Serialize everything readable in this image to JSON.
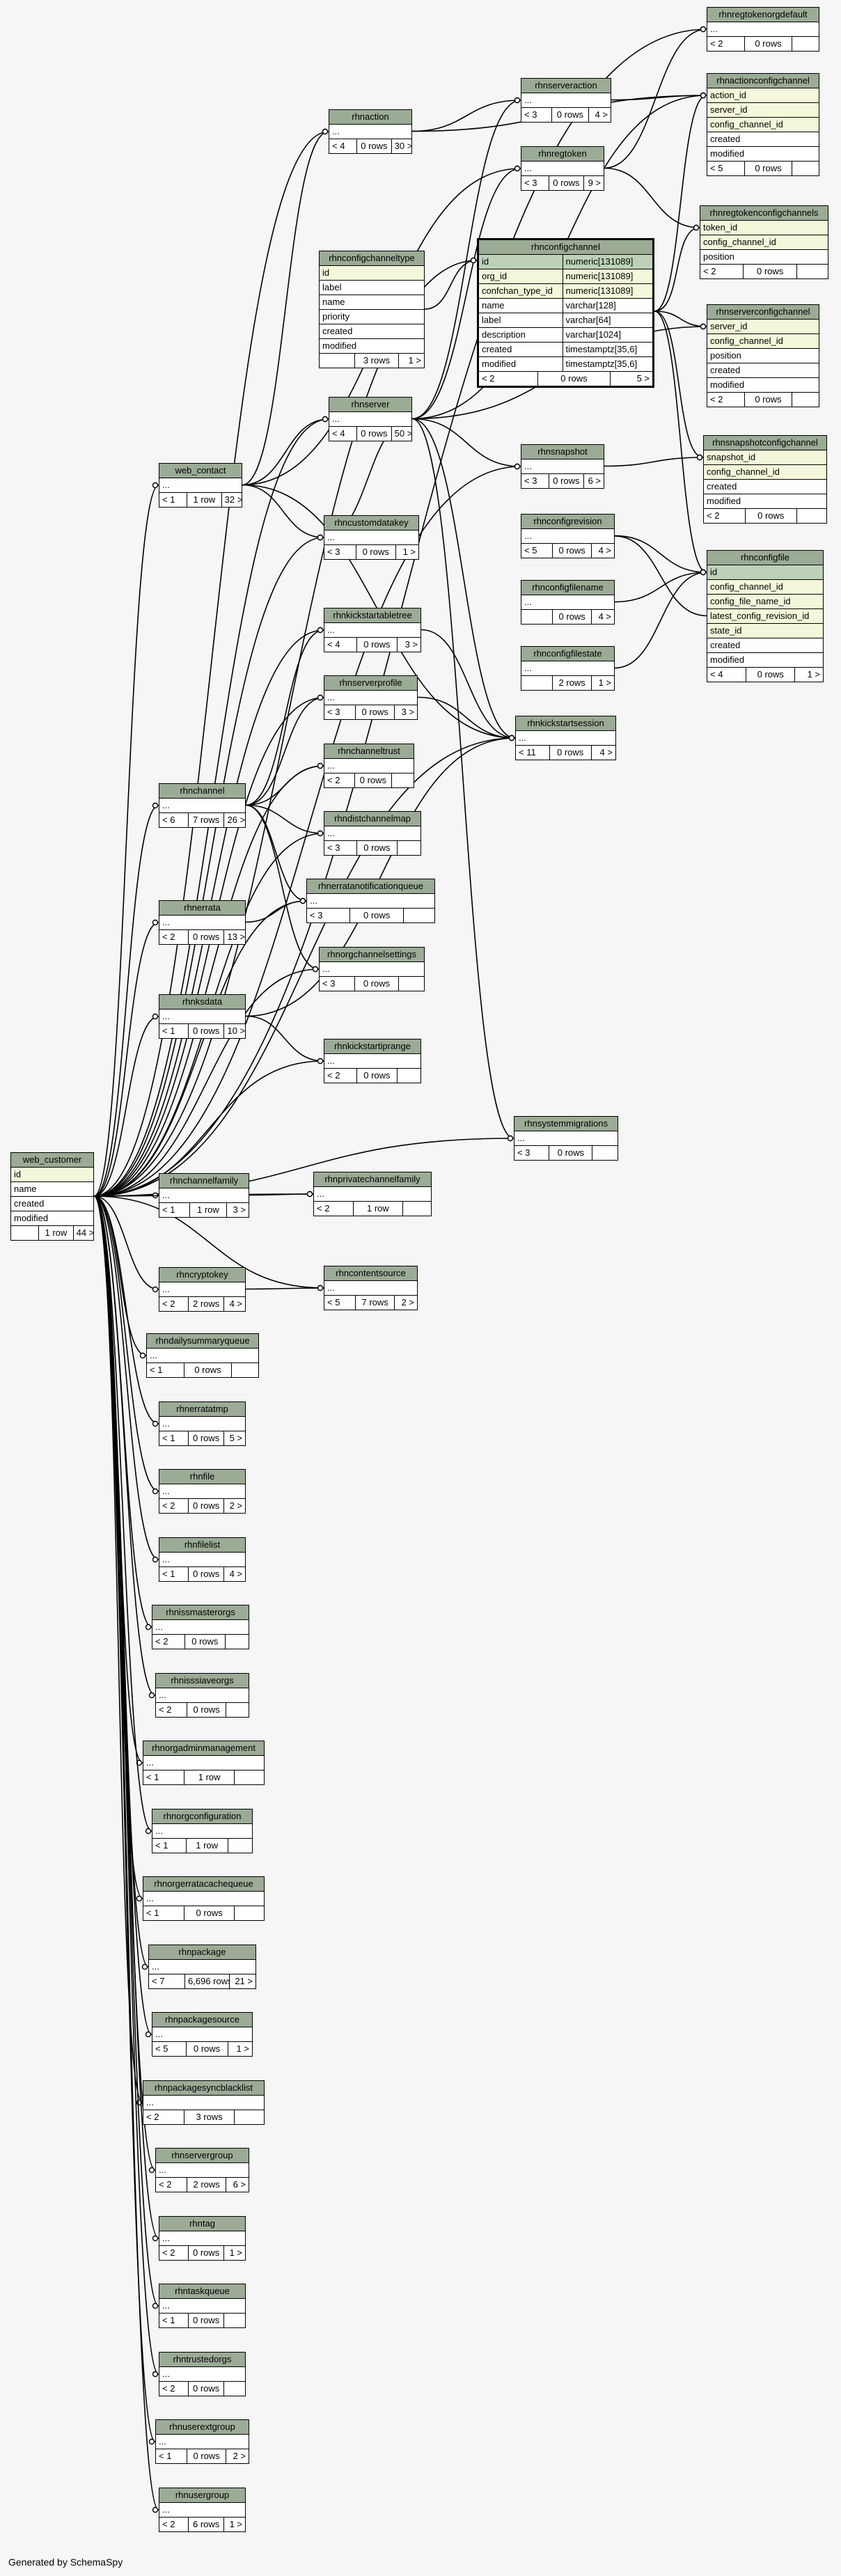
{
  "footer": "Generated by SchemaSpy",
  "tables": [
    {
      "id": "rhnregtokenorgdefault",
      "name": "rhnregtokenorgdefault",
      "rows": [
        "..."
      ],
      "foot": [
        "< 2",
        "0 rows",
        ""
      ]
    },
    {
      "id": "rhnactionconfigchannel",
      "name": "rhnactionconfigchannel",
      "rows": [
        "action_id",
        "server_id",
        "config_channel_id",
        "created",
        "modified"
      ],
      "keys": [
        0,
        1,
        2
      ],
      "foot": [
        "< 5",
        "0 rows",
        ""
      ]
    },
    {
      "id": "rhnserveraction",
      "name": "rhnserveraction",
      "rows": [
        "..."
      ],
      "foot": [
        "< 3",
        "0 rows",
        "4 >"
      ]
    },
    {
      "id": "rhnaction",
      "name": "rhnaction",
      "rows": [
        "..."
      ],
      "foot": [
        "< 4",
        "0 rows",
        "30 >"
      ]
    },
    {
      "id": "rhnregtoken",
      "name": "rhnregtoken",
      "rows": [
        "..."
      ],
      "foot": [
        "< 3",
        "0 rows",
        "9 >"
      ]
    },
    {
      "id": "rhnregtokenconfigchannels",
      "name": "rhnregtokenconfigchannels",
      "rows": [
        "token_id",
        "config_channel_id",
        "position"
      ],
      "keys": [
        0,
        1
      ],
      "foot": [
        "< 2",
        "0 rows",
        ""
      ]
    },
    {
      "id": "rhnconfigchanneltype",
      "name": "rhnconfigchanneltype",
      "rows": [
        "id",
        "label",
        "name",
        "priority",
        "created",
        "modified"
      ],
      "keys": [
        0
      ],
      "foot": [
        "",
        "3 rows",
        "1 >"
      ]
    },
    {
      "id": "rhnconfigchannel",
      "name": "rhnconfigchannel",
      "focus": true,
      "cols": [
        [
          "id",
          "numeric[131089]"
        ],
        [
          "org_id",
          "numeric[131089]"
        ],
        [
          "confchan_type_id",
          "numeric[131089]"
        ],
        [
          "name",
          "varchar[128]"
        ],
        [
          "label",
          "varchar[64]"
        ],
        [
          "description",
          "varchar[1024]"
        ],
        [
          "created",
          "timestamptz[35,6]"
        ],
        [
          "modified",
          "timestamptz[35,6]"
        ]
      ],
      "pkRows": [
        0
      ],
      "keyRows": [
        1,
        2
      ],
      "foot": [
        "< 2",
        "0 rows",
        "5 >"
      ]
    },
    {
      "id": "rhnserverconfigchannel",
      "name": "rhnserverconfigchannel",
      "rows": [
        "server_id",
        "config_channel_id",
        "position",
        "created",
        "modified"
      ],
      "keys": [
        0,
        1
      ],
      "foot": [
        "< 2",
        "0 rows",
        ""
      ]
    },
    {
      "id": "rhnserver",
      "name": "rhnserver",
      "rows": [
        "..."
      ],
      "foot": [
        "< 4",
        "0 rows",
        "50 >"
      ]
    },
    {
      "id": "web_contact",
      "name": "web_contact",
      "rows": [
        "..."
      ],
      "foot": [
        "< 1",
        "1 row",
        "32 >"
      ]
    },
    {
      "id": "rhnsnapshot",
      "name": "rhnsnapshot",
      "rows": [
        "..."
      ],
      "foot": [
        "< 3",
        "0 rows",
        "6 >"
      ]
    },
    {
      "id": "rhnsnapshotconfigchannel",
      "name": "rhnsnapshotconfigchannel",
      "rows": [
        "snapshot_id",
        "config_channel_id",
        "created",
        "modified"
      ],
      "keys": [
        0,
        1
      ],
      "foot": [
        "< 2",
        "0 rows",
        ""
      ]
    },
    {
      "id": "rhncustomdatakey",
      "name": "rhncustomdatakey",
      "rows": [
        "..."
      ],
      "foot": [
        "< 3",
        "0 rows",
        "1 >"
      ]
    },
    {
      "id": "rhnconfigrevision",
      "name": "rhnconfigrevision",
      "rows": [
        "..."
      ],
      "foot": [
        "< 5",
        "0 rows",
        "4 >"
      ]
    },
    {
      "id": "rhnconfigfile",
      "name": "rhnconfigfile",
      "rows": [
        "id",
        "config_channel_id",
        "config_file_name_id",
        "latest_config_revision_id",
        "state_id",
        "created",
        "modified"
      ],
      "keys": [
        0,
        1,
        2,
        3,
        4
      ],
      "pk": [
        0
      ],
      "foot": [
        "< 4",
        "0 rows",
        "1 >"
      ]
    },
    {
      "id": "rhnconfigfilename",
      "name": "rhnconfigfilename",
      "rows": [
        "..."
      ],
      "foot": [
        "",
        "0 rows",
        "4 >"
      ]
    },
    {
      "id": "rhnkickstartabletree",
      "name": "rhnkickstartabletree",
      "rows": [
        "..."
      ],
      "foot": [
        "< 4",
        "0 rows",
        "3 >"
      ]
    },
    {
      "id": "rhnconfigfilestate",
      "name": "rhnconfigfilestate",
      "rows": [
        "..."
      ],
      "foot": [
        "",
        "2 rows",
        "1 >"
      ]
    },
    {
      "id": "rhnserverprofile",
      "name": "rhnserverprofile",
      "rows": [
        "..."
      ],
      "foot": [
        "< 3",
        "0 rows",
        "3 >"
      ]
    },
    {
      "id": "rhnkickstartsession",
      "name": "rhnkickstartsession",
      "rows": [
        "..."
      ],
      "foot": [
        "< 11",
        "0 rows",
        "4 >"
      ]
    },
    {
      "id": "rhnchanneltrust",
      "name": "rhnchanneltrust",
      "rows": [
        "..."
      ],
      "foot": [
        "< 2",
        "0 rows",
        ""
      ]
    },
    {
      "id": "rhnchannel",
      "name": "rhnchannel",
      "rows": [
        "..."
      ],
      "foot": [
        "< 6",
        "7 rows",
        "26 >"
      ]
    },
    {
      "id": "rhndistchannelmap",
      "name": "rhndistchannelmap",
      "rows": [
        "..."
      ],
      "foot": [
        "< 3",
        "0 rows",
        ""
      ]
    },
    {
      "id": "rhnerratanotificationqueue",
      "name": "rhnerratanotificationqueue",
      "rows": [
        "..."
      ],
      "foot": [
        "< 3",
        "0 rows",
        ""
      ]
    },
    {
      "id": "rhnerrata",
      "name": "rhnerrata",
      "rows": [
        "..."
      ],
      "foot": [
        "< 2",
        "0 rows",
        "13 >"
      ]
    },
    {
      "id": "rhnorgchannelsettings",
      "name": "rhnorgchannelsettings",
      "rows": [
        "..."
      ],
      "foot": [
        "< 3",
        "0 rows",
        ""
      ]
    },
    {
      "id": "rhnksdata",
      "name": "rhnksdata",
      "rows": [
        "..."
      ],
      "foot": [
        "< 1",
        "0 rows",
        "10 >"
      ]
    },
    {
      "id": "rhnkickstartiprange",
      "name": "rhnkickstartiprange",
      "rows": [
        "..."
      ],
      "foot": [
        "< 2",
        "0 rows",
        ""
      ]
    },
    {
      "id": "rhnsystemmigrations",
      "name": "rhnsystemmigrations",
      "rows": [
        "..."
      ],
      "foot": [
        "< 3",
        "0 rows",
        ""
      ]
    },
    {
      "id": "web_customer",
      "name": "web_customer",
      "rows": [
        "id",
        "name",
        "created",
        "modified"
      ],
      "keys": [
        0
      ],
      "foot": [
        "",
        "1 row",
        "44 >"
      ]
    },
    {
      "id": "rhnchannelfamily",
      "name": "rhnchannelfamily",
      "rows": [
        "..."
      ],
      "foot": [
        "< 1",
        "1 row",
        "3 >"
      ]
    },
    {
      "id": "rhnprivatechannelfamily",
      "name": "rhnprivatechannelfamily",
      "rows": [
        "..."
      ],
      "foot": [
        "< 2",
        "1 row",
        ""
      ]
    },
    {
      "id": "rhncryptokey",
      "name": "rhncryptokey",
      "rows": [
        "..."
      ],
      "foot": [
        "< 2",
        "2 rows",
        "4 >"
      ]
    },
    {
      "id": "rhncontentsource",
      "name": "rhncontentsource",
      "rows": [
        "..."
      ],
      "foot": [
        "< 5",
        "7 rows",
        "2 >"
      ]
    },
    {
      "id": "rhndailysummaryqueue",
      "name": "rhndailysummaryqueue",
      "rows": [
        "..."
      ],
      "foot": [
        "< 1",
        "0 rows",
        ""
      ]
    },
    {
      "id": "rhnerratatmp",
      "name": "rhnerratatmp",
      "rows": [
        "..."
      ],
      "foot": [
        "< 1",
        "0 rows",
        "5 >"
      ]
    },
    {
      "id": "rhnfile",
      "name": "rhnfile",
      "rows": [
        "..."
      ],
      "foot": [
        "< 2",
        "0 rows",
        "2 >"
      ]
    },
    {
      "id": "rhnfilelist",
      "name": "rhnfilelist",
      "rows": [
        "..."
      ],
      "foot": [
        "< 1",
        "0 rows",
        "4 >"
      ]
    },
    {
      "id": "rhnissmasterorgs",
      "name": "rhnissmasterorgs",
      "rows": [
        "..."
      ],
      "foot": [
        "< 2",
        "0 rows",
        ""
      ]
    },
    {
      "id": "rhnisssiaveorgs",
      "name": "rhnisssiaveorgs",
      "rows": [
        "..."
      ],
      "foot": [
        "< 2",
        "0 rows",
        ""
      ]
    },
    {
      "id": "rhnorgadminmanagement",
      "name": "rhnorgadminmanagement",
      "rows": [
        "..."
      ],
      "foot": [
        "< 1",
        "1 row",
        ""
      ]
    },
    {
      "id": "rhnorgconfiguration",
      "name": "rhnorgconfiguration",
      "rows": [
        "..."
      ],
      "foot": [
        "< 1",
        "1 row",
        ""
      ]
    },
    {
      "id": "rhnorgerratacachequeue",
      "name": "rhnorgerratacachequeue",
      "rows": [
        "..."
      ],
      "foot": [
        "< 1",
        "0 rows",
        ""
      ]
    },
    {
      "id": "rhnpackage",
      "name": "rhnpackage",
      "rows": [
        "..."
      ],
      "foot": [
        "< 7",
        "6,696 rows",
        "21 >"
      ]
    },
    {
      "id": "rhnpackagesource",
      "name": "rhnpackagesource",
      "rows": [
        "..."
      ],
      "foot": [
        "< 5",
        "0 rows",
        "1 >"
      ]
    },
    {
      "id": "rhnpackagesyncblacklist",
      "name": "rhnpackagesyncblacklist",
      "rows": [
        "..."
      ],
      "foot": [
        "< 2",
        "3 rows",
        ""
      ]
    },
    {
      "id": "rhnservergroup",
      "name": "rhnservergroup",
      "rows": [
        "..."
      ],
      "foot": [
        "< 2",
        "2 rows",
        "6 >"
      ]
    },
    {
      "id": "rhntag",
      "name": "rhntag",
      "rows": [
        "..."
      ],
      "foot": [
        "< 2",
        "0 rows",
        "1 >"
      ]
    },
    {
      "id": "rhntaskqueue",
      "name": "rhntaskqueue",
      "rows": [
        "..."
      ],
      "foot": [
        "< 1",
        "0 rows",
        ""
      ]
    },
    {
      "id": "rhntrustedorgs",
      "name": "rhntrustedorgs",
      "rows": [
        "..."
      ],
      "foot": [
        "< 2",
        "0 rows",
        ""
      ]
    },
    {
      "id": "rhnusergroup",
      "name": "rhnusergroup",
      "rows": [
        "..."
      ],
      "foot": [
        "< 2",
        "6 rows",
        "1 >"
      ]
    },
    {
      "id": "rhnuserextgroup",
      "name": "rhnuserextgroup",
      "rows": [
        "..."
      ],
      "foot": [
        "< 1",
        "0 rows",
        "2 >"
      ]
    }
  ]
}
